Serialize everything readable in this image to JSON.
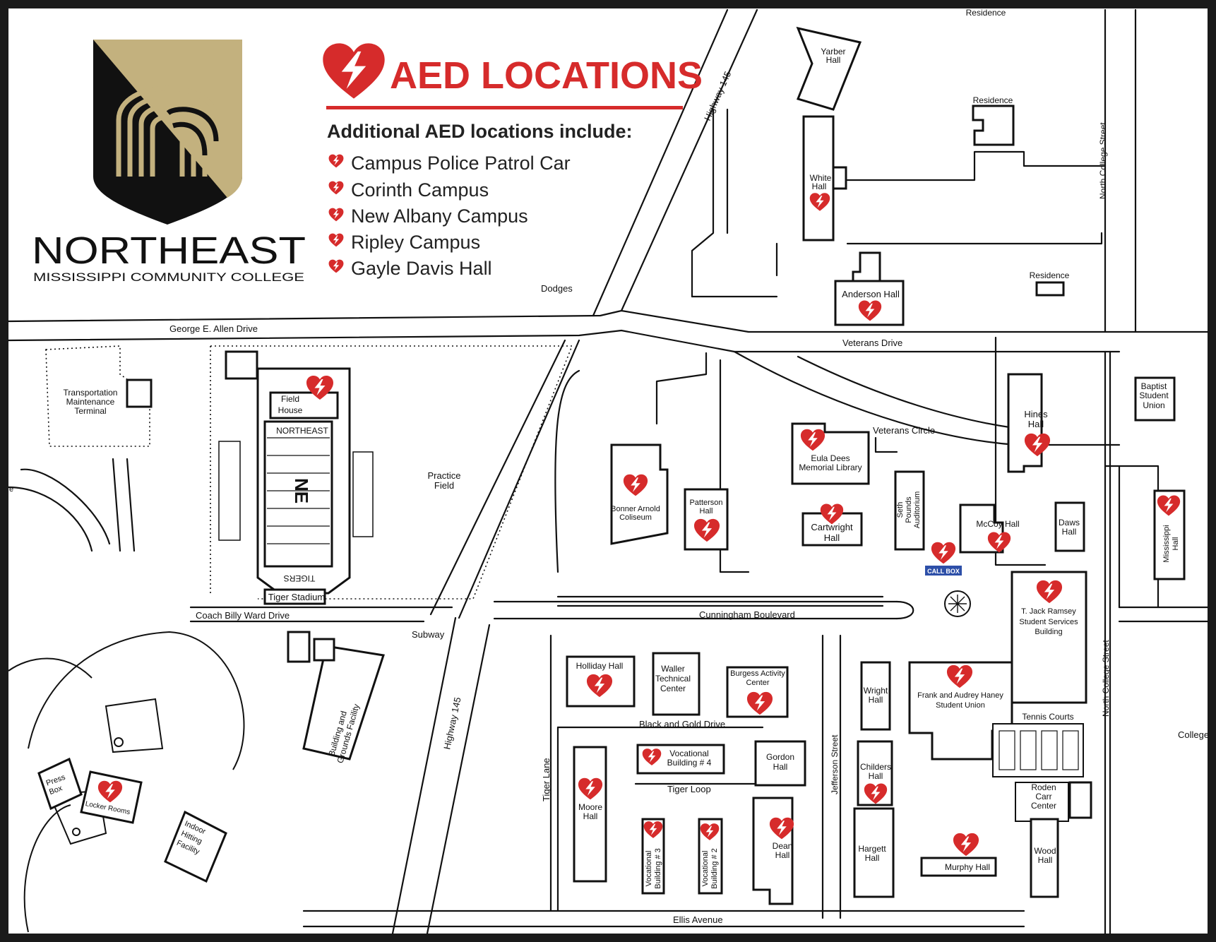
{
  "colors": {
    "accent": "#d62b2b",
    "gold": "#c3b17e",
    "black": "#111111",
    "callbox": "#2d4fa8"
  },
  "header": {
    "title": "AED LOCATIONS",
    "subtitle": "Additional AED locations include:",
    "items": [
      "Campus Police Patrol Car",
      "Corinth Campus",
      "New Albany Campus",
      "Ripley Campus",
      "Gayle Davis Hall"
    ]
  },
  "logo": {
    "name": "NORTHEAST",
    "tagline": "MISSISSIPPI COMMUNITY COLLEGE",
    "icon": "shield-n-logo-icon"
  },
  "roads": {
    "george_allen": "George E. Allen Drive",
    "veterans_drive": "Veterans Drive",
    "veterans_circle": "Veterans Circle",
    "highway_top": "Highway 145",
    "highway_bottom": "Highway 145",
    "north_college_top": "North College Street",
    "north_college_bottom": "North College Street",
    "coach_billy": "Coach Billy Ward Drive",
    "cunningham": "Cunningham Boulevard",
    "subway": "Subway",
    "black_gold": "Black and Gold Drive",
    "tiger_loop": "Tiger Loop",
    "tiger_lane": "Tiger Lane",
    "jefferson": "Jefferson Street",
    "ellis": "Ellis Avenue",
    "dodges": "Dodges",
    "college": "College"
  },
  "buildings": {
    "residence_top": "Residence",
    "yarber": [
      "Yarber",
      "Hall"
    ],
    "residence_2": "Residence",
    "white": [
      "White",
      "Hall"
    ],
    "residence_3": "Residence",
    "anderson": "Anderson Hall",
    "transport": [
      "Transportation",
      "Maintenance",
      "Terminal"
    ],
    "field_house": [
      "Field",
      "House"
    ],
    "stadium_north": "NORTHEAST",
    "stadium_south": "TIGERS",
    "stadium_letters": "NE",
    "tiger_stadium": "Tiger Stadium",
    "practice": [
      "Practice",
      "Field"
    ],
    "baptist": [
      "Baptist",
      "Student",
      "Union"
    ],
    "hines": [
      "Hines",
      "Hall"
    ],
    "eula": [
      "Eula Dees",
      "Memorial Library"
    ],
    "bonner": [
      "Bonner Arnold",
      "Coliseum"
    ],
    "patterson": [
      "Patterson",
      "Hall"
    ],
    "cartwright": [
      "Cartwright",
      "Hall"
    ],
    "seth": [
      "Seth",
      "Pounds",
      "Auditorium"
    ],
    "mccoy": "McCoy Hall",
    "daws": [
      "Daws",
      "Hall"
    ],
    "mississippi": [
      "Mississippi",
      "Hall"
    ],
    "call_box": "CALL BOX",
    "ramsey": [
      "T. Jack Ramsey",
      "Student Services",
      "Building"
    ],
    "holliday": "Holliday Hall",
    "waller": [
      "Waller",
      "Technical",
      "Center"
    ],
    "burgess": [
      "Burgess Activity",
      "Center"
    ],
    "wright": [
      "Wright",
      "Hall"
    ],
    "haney": [
      "Frank and Audrey Haney",
      "Student Union"
    ],
    "tennis": "Tennis Courts",
    "building_grounds": [
      "Building and",
      "Grounds Facility"
    ],
    "voc4": [
      "Vocational",
      "Building # 4"
    ],
    "gordon": [
      "Gordon",
      "Hall"
    ],
    "childers": [
      "Childers",
      "Hall"
    ],
    "roden": [
      "Roden",
      "Carr",
      "Center"
    ],
    "moore": [
      "Moore",
      "Hall"
    ],
    "voc3": [
      "Vocational",
      "Building # 3"
    ],
    "voc2": [
      "Vocational",
      "Building # 2"
    ],
    "dean": [
      "Dean",
      "Hall"
    ],
    "hargett": [
      "Hargett",
      "Hall"
    ],
    "murphy": "Murphy Hall",
    "wood": [
      "Wood",
      "Hall"
    ],
    "press": [
      "Press",
      "Box"
    ],
    "locker": "Locker Rooms",
    "indoor": [
      "Indoor",
      "Hitting",
      "Facility"
    ],
    "edge_e": "e"
  }
}
